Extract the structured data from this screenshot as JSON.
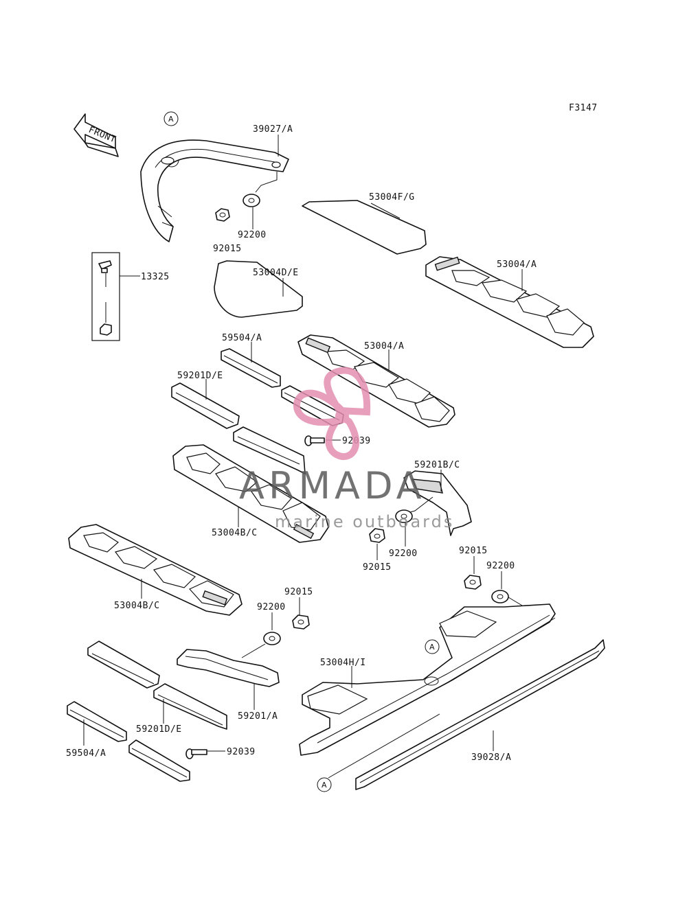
{
  "figure_code": "F3147",
  "front_label": "FRONT",
  "ref_marker": "A",
  "watermark": {
    "brand": "ARMADA",
    "tagline": "marine outboards",
    "accent_color": "#e38fb0",
    "text_color": "#5a5a5a"
  },
  "callouts": {
    "p39027A": "39027/A",
    "p53004FG": "53004F/G",
    "p92200_top": "92200",
    "p92015_top": "92015",
    "p13325": "13325",
    "p53004DE": "53004D/E",
    "p53004A_right": "53004/A",
    "p59504A_top": "59504/A",
    "p53004A_mid": "53004/A",
    "p59201DE_top": "59201D/E",
    "p92039_top": "92039",
    "p59201BC": "59201B/C",
    "p53004BC_mid": "53004B/C",
    "p92200_mid": "92200",
    "p92015_mid": "92015",
    "p92015_right": "92015",
    "p92200_right": "92200",
    "p53004BC_left": "53004B/C",
    "p92015_low": "92015",
    "p92200_low": "92200",
    "p53004HI": "53004H/I",
    "p59201A": "59201/A",
    "p59201DE_low": "59201D/E",
    "p92039_low": "92039",
    "p59504A_low": "59504/A",
    "p39028A": "39028/A"
  }
}
